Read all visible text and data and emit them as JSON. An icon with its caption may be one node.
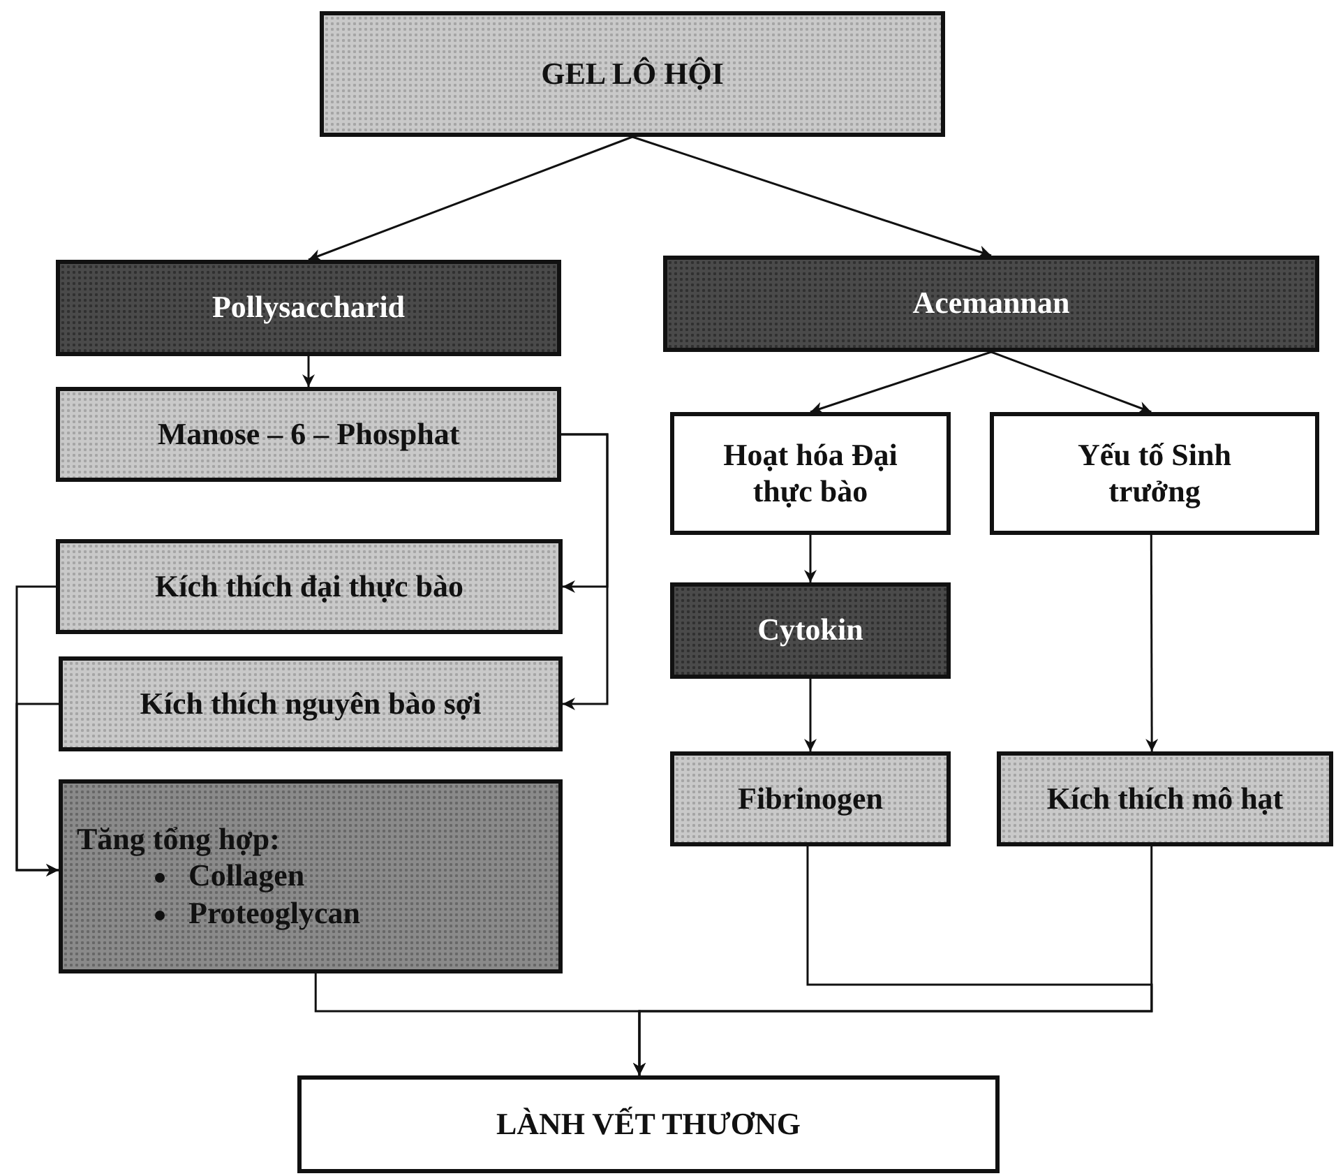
{
  "diagram": {
    "nodes": [
      {
        "text": [
          "GEL LÔ HỘI"
        ]
      },
      {
        "text": [
          "Pollysaccharid"
        ]
      },
      {
        "text": [
          "Acemannan"
        ]
      },
      {
        "text": [
          "Manose – 6 – Phosphat"
        ]
      },
      {
        "text": [
          "Hoạt hóa Đại thực bào"
        ]
      },
      {
        "text": [
          "Yếu tố Sinh trưởng"
        ]
      },
      {
        "text": [
          "Kích thích đại thực bào"
        ]
      },
      {
        "text": [
          "Kích thích nguyên bào sợi"
        ]
      },
      {
        "text": [
          "Tăng tổng hợp:",
          "Collagen",
          "Proteoglycan"
        ]
      },
      {
        "text": [
          "Cytokin"
        ]
      },
      {
        "text": [
          "Fibrinogen"
        ]
      },
      {
        "text": [
          "Kích thích mô hạt"
        ]
      },
      {
        "text": [
          "LÀNH VẾT THƯƠNG"
        ]
      }
    ],
    "edges": [
      {
        "from": 0,
        "to": 1,
        "arrow": "to"
      },
      {
        "from": 0,
        "to": 2,
        "arrow": "to"
      },
      {
        "from": 1,
        "to": 3,
        "arrow": "to"
      },
      {
        "from": 3,
        "to": 6,
        "arrow": "to"
      },
      {
        "from": 3,
        "to": 7,
        "arrow": "to"
      },
      {
        "from": 6,
        "to": 8,
        "arrow": "to"
      },
      {
        "from": 7,
        "to": 8,
        "arrow": "to"
      },
      {
        "from": 2,
        "to": 4,
        "arrow": "to"
      },
      {
        "from": 2,
        "to": 5,
        "arrow": "to"
      },
      {
        "from": 4,
        "to": 9,
        "arrow": "to"
      },
      {
        "from": 9,
        "to": 10,
        "arrow": "to"
      },
      {
        "from": 5,
        "to": 11,
        "arrow": "to"
      },
      {
        "from": 8,
        "to": 12,
        "arrow": "to"
      },
      {
        "from": 10,
        "to": 12,
        "arrow": "to"
      },
      {
        "from": 11,
        "to": 12,
        "arrow": "to"
      }
    ]
  }
}
